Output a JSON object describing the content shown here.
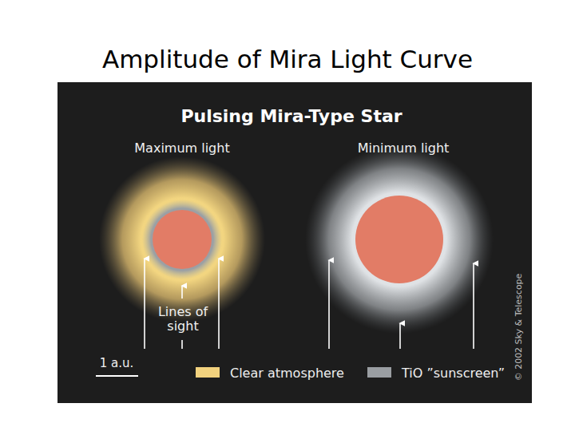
{
  "diagram": {
    "title": "Amplitude of Mira Light Curve",
    "labels": [
      "Pulsing Mira-Type Star",
      "Maximum light",
      "Minimum light",
      "Lines of sight",
      "1 a.u.",
      "© 2002 Sky & Telescope"
    ],
    "legend": [
      {
        "text": "Clear atmosphere",
        "color": "#f2d27e"
      },
      {
        "text": "TiO ”sunscreen”",
        "color": "#9a9ea2"
      }
    ]
  }
}
